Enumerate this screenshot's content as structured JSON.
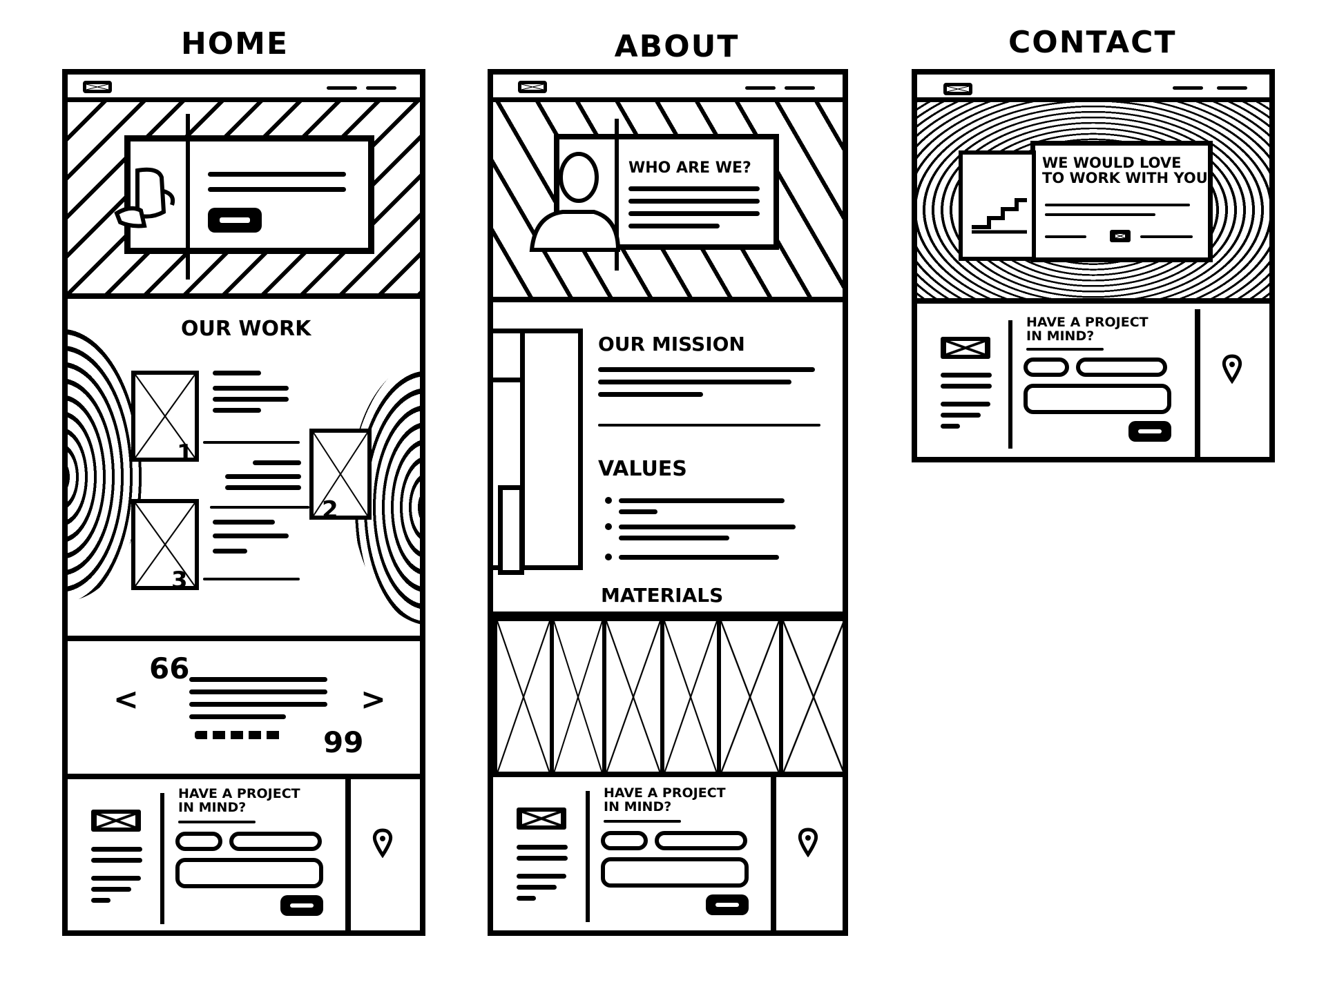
{
  "pages": {
    "home": {
      "title": "HOME",
      "work_heading": "OUR WORK",
      "numbers": [
        "1",
        "2",
        "3"
      ],
      "quote_open": "66",
      "quote_close": "99",
      "prev_arrow": "<",
      "next_arrow": ">",
      "contact_heading_line1": "HAVE A PROJECT",
      "contact_heading_line2": "IN MIND?"
    },
    "about": {
      "title": "ABOUT US",
      "hero_heading": "WHO ARE WE?",
      "mission_heading": "OUR MISSION",
      "values_heading": "VALUES",
      "materials_heading": "MATERIALS",
      "contact_heading_line1": "HAVE A PROJECT",
      "contact_heading_line2": "IN MIND?"
    },
    "contact": {
      "title": "CONTACT",
      "hero_heading_line1": "WE WOULD LOVE",
      "hero_heading_line2": "TO WORK WITH YOU",
      "contact_heading_line1": "HAVE A PROJECT",
      "contact_heading_line2": "IN MIND?"
    }
  },
  "colors": {
    "ink": "#000000",
    "paper": "#ffffff"
  },
  "icons": [
    "logo-icon",
    "mail-icon",
    "map-pin-icon",
    "person-icon",
    "stairs-icon",
    "chair-icon"
  ]
}
